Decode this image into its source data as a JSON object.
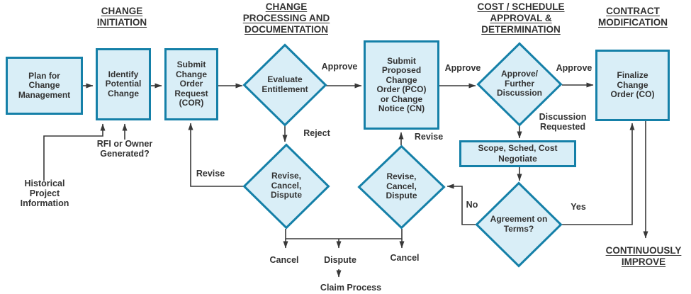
{
  "headers": {
    "change_initiation": "CHANGE\nINITIATION",
    "change_processing": "CHANGE\nPROCESSING AND\nDOCUMENTATION",
    "cost_schedule": "COST / SCHEDULE\nAPPROVAL &\nDETERMINATION",
    "contract_modification": "CONTRACT\nMODIFICATION",
    "continuously_improve": "CONTINUOUSLY\nIMPROVE"
  },
  "nodes": {
    "plan": {
      "shape": "box",
      "label": "Plan for\nChange\nManagement"
    },
    "identify": {
      "shape": "box",
      "label": "Identify\nPotential\nChange"
    },
    "submit_cor": {
      "shape": "box",
      "label": "Submit\nChange\nOrder\nRequest\n(COR)"
    },
    "evaluate": {
      "shape": "diamond",
      "label": "Evaluate\nEntitlement"
    },
    "pco": {
      "shape": "box",
      "label": "Submit\nProposed\nChange\nOrder (PCO)\nor Change\nNotice (CN)"
    },
    "approve_discussion": {
      "shape": "diamond",
      "label": "Approve/\nFurther\nDiscussion"
    },
    "finalize": {
      "shape": "box",
      "label": "Finalize\nChange\nOrder (CO)"
    },
    "scope_negotiate": {
      "shape": "box",
      "label": "Scope, Sched, Cost\nNegotiate"
    },
    "revise_cancel_dispute_1": {
      "shape": "diamond",
      "label": "Revise,\nCancel,\nDispute"
    },
    "revise_cancel_dispute_2": {
      "shape": "diamond",
      "label": "Revise,\nCancel,\nDispute"
    },
    "agreement": {
      "shape": "diamond",
      "label": "Agreement on\nTerms?"
    }
  },
  "edge_labels": {
    "approve_1": "Approve",
    "approve_2": "Approve",
    "approve_3": "Approve",
    "reject": "Reject",
    "revise_left": "Revise",
    "revise_mid": "Revise",
    "discussion_requested": "Discussion\nRequested",
    "no": "No",
    "yes": "Yes",
    "cancel_left": "Cancel",
    "dispute": "Dispute",
    "cancel_right": "Cancel",
    "claim_process": "Claim Process",
    "rfi_or_owner": "RFI or Owner\nGenerated?",
    "historical": "Historical\nProject\nInformation"
  },
  "colors": {
    "node_fill": "#d9eef7",
    "node_border": "#1580a8",
    "line": "#383838",
    "text": "#333333"
  }
}
